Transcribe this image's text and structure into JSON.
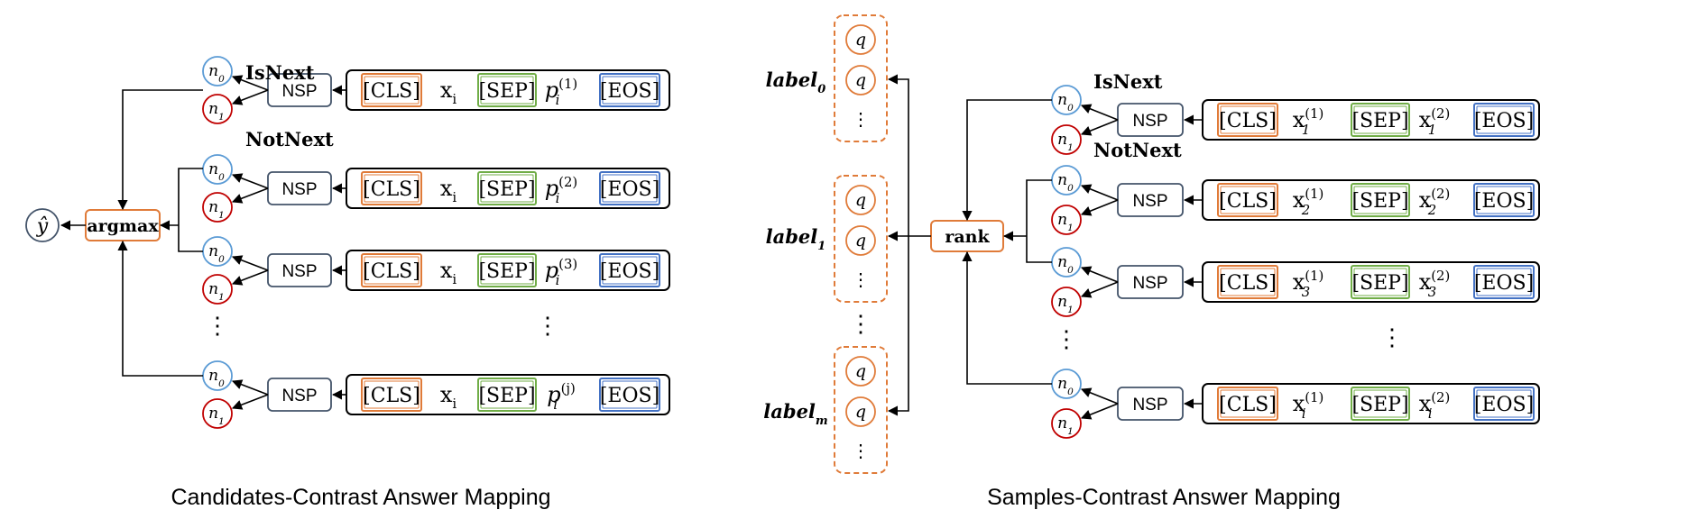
{
  "colors": {
    "orange": "#E07B39",
    "blue": "#5B9BD5",
    "red": "#C00000",
    "green": "#70AD47",
    "token_blue": "#4472C4",
    "nsp_border": "#44546A",
    "line": "#000000"
  },
  "left": {
    "caption": "Candidates-Contrast Answer Mapping",
    "output_symbol": "ŷ",
    "aggregator": "argmax",
    "isnext": "IsNext",
    "notnext": "NotNext",
    "nsp": "NSP",
    "n0": "n",
    "n0_sub": "0",
    "n1": "n",
    "n1_sub": "1",
    "cls": "[CLS]",
    "sep": "[SEP]",
    "eos": "[EOS]",
    "x": "x",
    "x_sub": "i",
    "p": "p",
    "p_sub": "i",
    "rows": [
      {
        "p_sup": "(1)"
      },
      {
        "p_sup": "(2)"
      },
      {
        "p_sup": "(3)"
      },
      {
        "p_sup": "(j)"
      }
    ]
  },
  "right": {
    "caption": "Samples-Contrast Answer Mapping",
    "aggregator": "rank",
    "isnext": "IsNext",
    "notnext": "NotNext",
    "nsp": "NSP",
    "n0": "n",
    "n0_sub": "0",
    "n1": "n",
    "n1_sub": "1",
    "cls": "[CLS]",
    "sep": "[SEP]",
    "eos": "[EOS]",
    "x": "x",
    "x_sup_a": "(1)",
    "x_sup_b": "(2)",
    "q": "q",
    "vdots": "⋮",
    "labels": [
      {
        "label": "label",
        "sub": "0"
      },
      {
        "label": "label",
        "sub": "1"
      },
      {
        "label": "label",
        "sub": "m"
      }
    ],
    "rows": [
      {
        "sub": "1"
      },
      {
        "sub": "2"
      },
      {
        "sub": "3"
      },
      {
        "sub": "i"
      }
    ]
  }
}
